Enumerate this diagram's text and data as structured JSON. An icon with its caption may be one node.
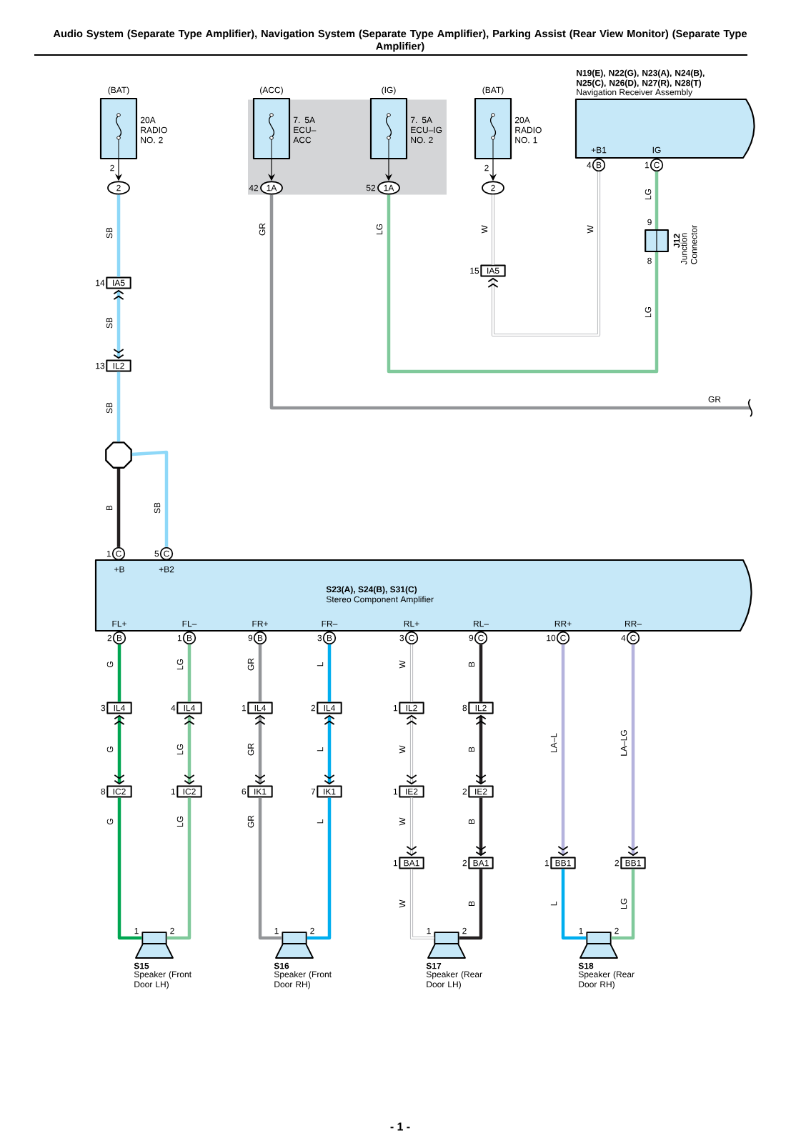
{
  "diagram": {
    "title": "Audio System (Separate Type Amplifier), Navigation System (Separate Type Amplifier), Parking Assist (Rear View Monitor) (Separate Type Amplifier)",
    "nodes": [
      {
        "text": [
          "(BAT)",
          "20A RADIO NO. 2"
        ],
        "beside": [
          "2"
        ]
      },
      {
        "text": [
          "2"
        ]
      },
      {
        "text": [],
        "shape": "box"
      },
      {
        "text": [
          "(ACC)",
          "7. 5A ECU–ACC"
        ],
        "in": 2
      },
      {
        "text": [
          "1A"
        ],
        "beside": [
          "42"
        ],
        "in": 2
      },
      {
        "text": [
          "(IG)",
          "7. 5A ECU–IG NO. 2"
        ],
        "in": 2
      },
      {
        "text": [
          "1A"
        ],
        "beside": [
          "52"
        ],
        "in": 2
      },
      {
        "text": [
          "(BAT)",
          "20A RADIO NO. 1"
        ],
        "beside": [
          "2"
        ]
      },
      {
        "text": [
          "2"
        ]
      },
      {
        "text": [
          "N19(E), N22(G), N23(A), N24(B), N25(C), N26(D), N27(R), N28(T)",
          "Navigation Receiver Assembly",
          "+B1",
          "IG"
        ]
      },
      {
        "text": [
          "B"
        ],
        "beside": [
          "4"
        ]
      },
      {
        "text": [
          "C"
        ],
        "beside": [
          "1"
        ]
      },
      {
        "text": [
          "J12",
          "Junction Connector"
        ],
        "beside": [
          "9",
          "8"
        ]
      },
      {
        "text": [
          "IA5"
        ],
        "beside": [
          "14"
        ]
      },
      {
        "text": [
          "IL2"
        ],
        "beside": [
          "13"
        ]
      },
      {
        "text": [
          "IA5"
        ],
        "beside": [
          "15"
        ]
      },
      {
        "text": [],
        "shape": "octagon"
      },
      {
        "text": [
          "C"
        ],
        "beside": [
          "1"
        ]
      },
      {
        "text": [
          "C"
        ],
        "beside": [
          "5"
        ]
      },
      {
        "text": [
          "S23(A), S24(B), S31(C)",
          "Stereo Component Amplifier",
          "+B",
          "+B2",
          "FL+",
          "FL–",
          "FR+",
          "FR–",
          "RL+",
          "RL–",
          "RR+",
          "RR–"
        ]
      },
      {
        "text": [
          "B"
        ],
        "beside": [
          "2"
        ]
      },
      {
        "text": [
          "B"
        ],
        "beside": [
          "1"
        ]
      },
      {
        "text": [
          "B"
        ],
        "beside": [
          "9"
        ]
      },
      {
        "text": [
          "B"
        ],
        "beside": [
          "3"
        ]
      },
      {
        "text": [
          "C"
        ],
        "beside": [
          "3"
        ]
      },
      {
        "text": [
          "C"
        ],
        "beside": [
          "9"
        ]
      },
      {
        "text": [
          "C"
        ],
        "beside": [
          "10"
        ]
      },
      {
        "text": [
          "C"
        ],
        "beside": [
          "4"
        ]
      },
      {
        "text": [
          "IL4"
        ],
        "beside": [
          "3"
        ]
      },
      {
        "text": [
          "IL4"
        ],
        "beside": [
          "4"
        ]
      },
      {
        "text": [
          "IL4"
        ],
        "beside": [
          "1"
        ]
      },
      {
        "text": [
          "IL4"
        ],
        "beside": [
          "2"
        ]
      },
      {
        "text": [
          "IL2"
        ],
        "beside": [
          "1"
        ]
      },
      {
        "text": [
          "IL2"
        ],
        "beside": [
          "8"
        ]
      },
      {
        "text": [
          "IC2"
        ],
        "beside": [
          "8"
        ]
      },
      {
        "text": [
          "IC2"
        ],
        "beside": [
          "1"
        ]
      },
      {
        "text": [
          "IK1"
        ],
        "beside": [
          "6"
        ]
      },
      {
        "text": [
          "IK1"
        ],
        "beside": [
          "7"
        ]
      },
      {
        "text": [
          "IE2"
        ],
        "beside": [
          "1"
        ]
      },
      {
        "text": [
          "IE2"
        ],
        "beside": [
          "2"
        ]
      },
      {
        "text": [
          "BA1"
        ],
        "beside": [
          "1"
        ]
      },
      {
        "text": [
          "BA1"
        ],
        "beside": [
          "2"
        ]
      },
      {
        "text": [
          "BB1"
        ],
        "beside": [
          "1"
        ]
      },
      {
        "text": [
          "BB1"
        ],
        "beside": [
          "2"
        ]
      },
      {
        "text": [
          "S15",
          "Speaker (Front Door LH)"
        ],
        "beside": [
          "1",
          "2"
        ]
      },
      {
        "text": [
          "S16",
          "Speaker (Front Door RH)"
        ],
        "beside": [
          "1",
          "2"
        ]
      },
      {
        "text": [
          "S17",
          "Speaker (Rear Door LH)"
        ],
        "beside": [
          "1",
          "2"
        ]
      },
      {
        "text": [
          "S18",
          "Speaker (Rear Door RH)"
        ],
        "beside": [
          "1",
          "2"
        ]
      }
    ],
    "edges": [
      {
        "from": 0,
        "to": 1,
        "arrow": "to",
        "color": "#000000"
      },
      {
        "from": 3,
        "to": 4,
        "arrow": "to",
        "color": "#000000"
      },
      {
        "from": 5,
        "to": 6,
        "arrow": "to",
        "color": "#000000"
      },
      {
        "from": 7,
        "to": 8,
        "arrow": "to",
        "color": "#000000"
      },
      {
        "from": 1,
        "to": 13,
        "arrow": "none",
        "label": "SB",
        "color": "#8ed8f8"
      },
      {
        "from": 13,
        "to": 14,
        "arrow": "both",
        "label": "SB",
        "color": "#8ed8f8"
      },
      {
        "from": 14,
        "to": 16,
        "arrow": "none",
        "label": "SB",
        "color": "#8ed8f8"
      },
      {
        "from": 16,
        "to": 17,
        "arrow": "none",
        "label": "B",
        "color": "#231f20"
      },
      {
        "from": 16,
        "to": 18,
        "arrow": "none",
        "label": "SB",
        "color": "#8ed8f8"
      },
      {
        "from": 4,
        "to": null,
        "arrow": "none",
        "label": "GR",
        "color": "#939598"
      },
      {
        "from": 6,
        "to": 12,
        "arrow": "none",
        "label": "LG",
        "color": "#80c99b"
      },
      {
        "from": 11,
        "to": 12,
        "arrow": "none",
        "label": "LG",
        "color": "#80c99b"
      },
      {
        "from": 8,
        "to": 15,
        "arrow": "none",
        "label": "W",
        "color": "#a7a9ac"
      },
      {
        "from": 10,
        "to": 15,
        "arrow": "to",
        "label": "W",
        "color": "#a7a9ac"
      },
      {
        "from": 20,
        "to": 28,
        "arrow": "none",
        "label": "G",
        "color": "#00a651"
      },
      {
        "from": 28,
        "to": 34,
        "arrow": "both",
        "label": "G",
        "color": "#00a651"
      },
      {
        "from": 34,
        "to": 44,
        "arrow": "none",
        "label": "G",
        "color": "#00a651"
      },
      {
        "from": 21,
        "to": 29,
        "arrow": "none",
        "label": "LG",
        "color": "#80c99b"
      },
      {
        "from": 29,
        "to": 35,
        "arrow": "both",
        "label": "LG",
        "color": "#80c99b"
      },
      {
        "from": 35,
        "to": 44,
        "arrow": "none",
        "label": "LG",
        "color": "#80c99b"
      },
      {
        "from": 22,
        "to": 30,
        "arrow": "none",
        "label": "GR",
        "color": "#939598"
      },
      {
        "from": 30,
        "to": 36,
        "arrow": "both",
        "label": "GR",
        "color": "#939598"
      },
      {
        "from": 36,
        "to": 45,
        "arrow": "none",
        "label": "GR",
        "color": "#939598"
      },
      {
        "from": 23,
        "to": 31,
        "arrow": "none",
        "label": "L",
        "color": "#00aeef"
      },
      {
        "from": 31,
        "to": 37,
        "arrow": "both",
        "label": "L",
        "color": "#00aeef"
      },
      {
        "from": 37,
        "to": 45,
        "arrow": "none",
        "label": "L",
        "color": "#00aeef"
      },
      {
        "from": 24,
        "to": 32,
        "arrow": "none",
        "label": "W",
        "color": "#a7a9ac"
      },
      {
        "from": 32,
        "to": 38,
        "arrow": "both",
        "label": "W",
        "color": "#a7a9ac"
      },
      {
        "from": 38,
        "to": 40,
        "arrow": "to",
        "label": "W",
        "color": "#a7a9ac"
      },
      {
        "from": 40,
        "to": 46,
        "arrow": "none",
        "label": "W",
        "color": "#a7a9ac"
      },
      {
        "from": 25,
        "to": 33,
        "arrow": "none",
        "label": "B",
        "color": "#231f20"
      },
      {
        "from": 33,
        "to": 39,
        "arrow": "both",
        "label": "B",
        "color": "#231f20"
      },
      {
        "from": 39,
        "to": 41,
        "arrow": "to",
        "label": "B",
        "color": "#231f20"
      },
      {
        "from": 41,
        "to": 46,
        "arrow": "none",
        "label": "B",
        "color": "#231f20"
      },
      {
        "from": 26,
        "to": 42,
        "arrow": "to",
        "label": "LA–L",
        "color": "#b5b3dd"
      },
      {
        "from": 42,
        "to": 47,
        "arrow": "none",
        "label": "L",
        "color": "#00aeef"
      },
      {
        "from": 27,
        "to": 43,
        "arrow": "to",
        "label": "LA–LG",
        "color": "#b5b3dd"
      },
      {
        "from": 43,
        "to": 47,
        "arrow": "none",
        "label": "LG",
        "color": "#80c99b"
      }
    ],
    "labels": [
      "LG",
      "GR",
      "- 1 -"
    ]
  }
}
